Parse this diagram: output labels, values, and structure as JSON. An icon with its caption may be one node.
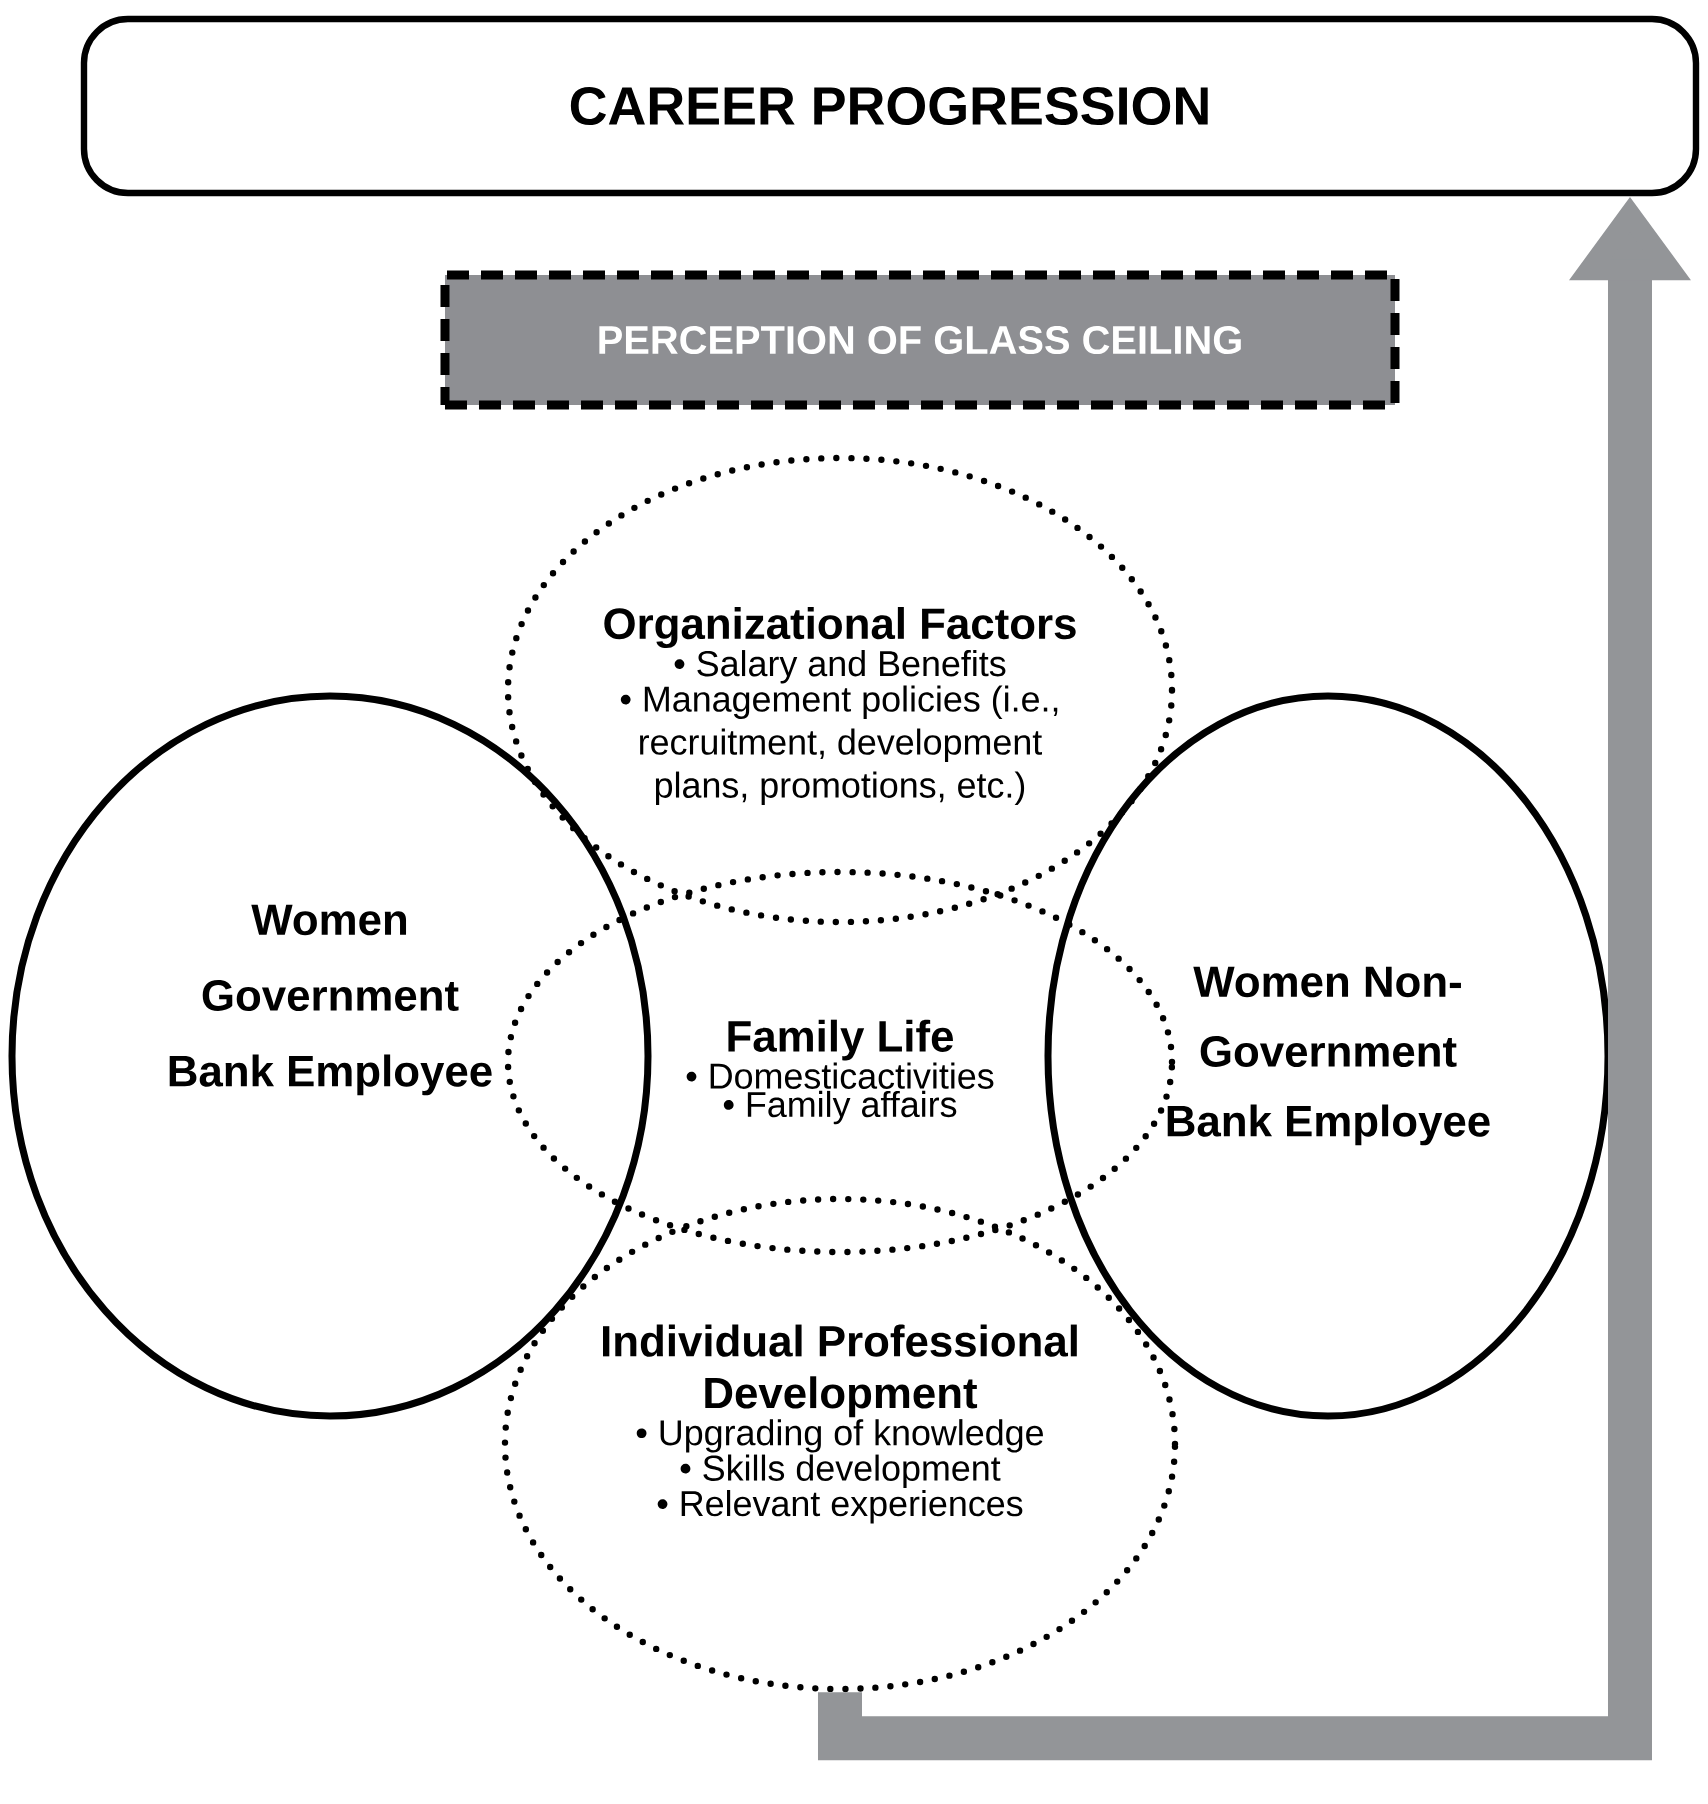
{
  "diagram": {
    "nodes": [
      {
        "text": [
          "CAREER PROGRESSION"
        ]
      },
      {
        "text": [
          "PERCEPTION OF GLASS CEILING"
        ]
      },
      {
        "text": [
          "Organizational Factors",
          "• Salary and Benefits",
          "• Management policies (i.e., recruitment, development plans, promotions, etc.)"
        ]
      },
      {
        "text": [
          "Women Government Bank Employee"
        ]
      },
      {
        "text": [
          "Family Life",
          "• Domesticactivities",
          "• Family affairs"
        ]
      },
      {
        "text": [
          "Women Non- Government Bank Employee"
        ]
      },
      {
        "text": [
          "Individual Professional Development",
          "• Upgrading of knowledge",
          "• Skills development",
          "• Relevant experiences"
        ]
      }
    ],
    "edges": [
      {
        "from": 6,
        "to": 0,
        "arrow": "to",
        "color": "#939598"
      }
    ]
  }
}
